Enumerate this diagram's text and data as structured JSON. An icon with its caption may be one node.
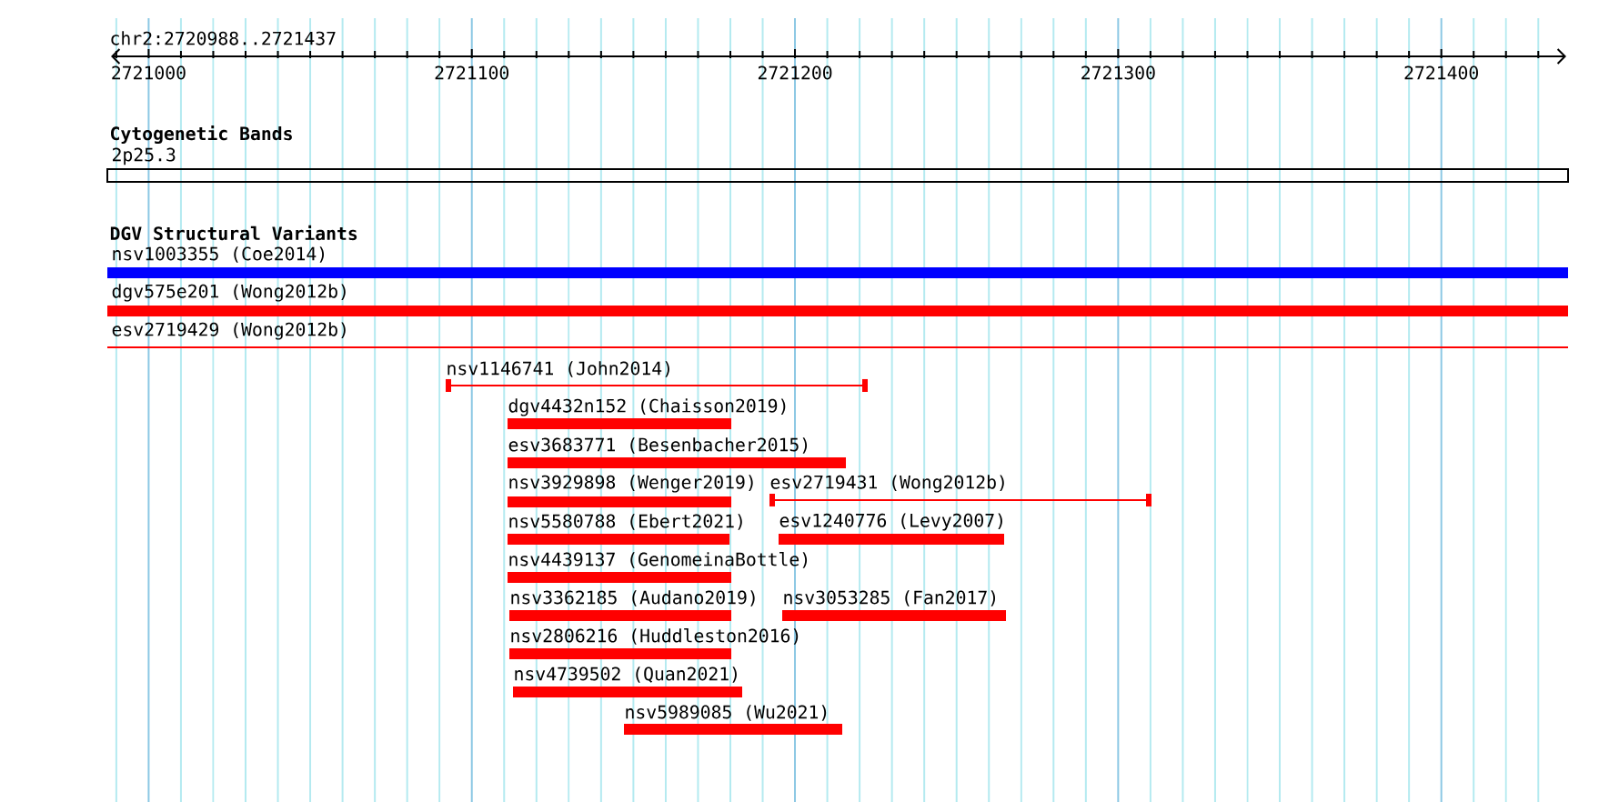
{
  "diagram": {
    "nodes": [
      {
        "text": [
          "2p25.3"
        ]
      },
      {
        "text": [
          "nsv1003355 (Coe2014)"
        ]
      },
      {
        "text": [
          "dgv575e201 (Wong2012b)"
        ]
      },
      {
        "text": [
          "esv2719429 (Wong2012b)"
        ]
      },
      {
        "text": [
          "nsv1146741 (John2014)"
        ]
      },
      {
        "text": [
          "dgv4432n152 (Chaisson2019)"
        ]
      },
      {
        "text": [
          "esv3683771 (Besenbacher2015)"
        ]
      },
      {
        "text": [
          "nsv3929898 (Wenger2019)"
        ]
      },
      {
        "text": [
          "esv2719431 (Wong2012b)"
        ]
      },
      {
        "text": [
          "nsv5580788 (Ebert2021)"
        ]
      },
      {
        "text": [
          "esv1240776 (Levy2007)"
        ]
      },
      {
        "text": [
          "nsv4439137 (GenomeinaBottle)"
        ]
      },
      {
        "text": [
          "nsv3362185 (Audano2019)"
        ]
      },
      {
        "text": [
          "nsv3053285 (Fan2017)"
        ]
      },
      {
        "text": [
          "nsv2806216 (Huddleston2016)"
        ]
      },
      {
        "text": [
          "nsv4739502 (Quan2021)"
        ]
      },
      {
        "text": [
          "nsv5989085 (Wu2021)"
        ]
      }
    ],
    "labels": [
      "chr2:2720988..2721437",
      "2721000",
      "2721100",
      "2721200",
      "2721300",
      "2721400",
      "Cytogenetic Bands",
      "DGV Structural Variants"
    ]
  }
}
